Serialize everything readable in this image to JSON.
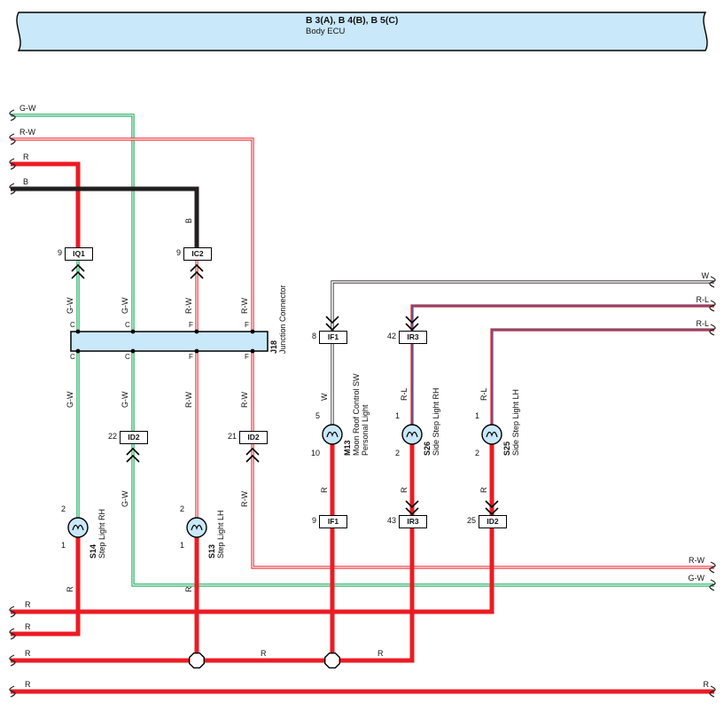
{
  "banner": {
    "title": "B 3(A), B 4(B), B 5(C)",
    "subtitle": "Body ECU"
  },
  "palette": {
    "red": "#EC1B23",
    "green": "#00A14B",
    "blue": "#1B75BB",
    "black": "#231F20",
    "fill_blue": "#C9E8F9"
  },
  "feed_labels": {
    "gw": "G-W",
    "rw": "R-W",
    "r": "R",
    "b": "B"
  },
  "right_labels": {
    "w": "W",
    "rl1": "R-L",
    "rl2": "R-L",
    "rw_exit": "R-W",
    "gw_exit": "G-W",
    "r_bottom": "R"
  },
  "ground_labels": {
    "r1": "R",
    "r2": "R",
    "r3": "R",
    "r4": "R",
    "bus_a": "R",
    "bus_b": "R"
  },
  "wire_tags": {
    "c1_top": "G-W",
    "c2_top": "G-W",
    "c3_top": "R-W",
    "c4_top": "R-W",
    "c1_mid": "G-W",
    "c2_mid": "G-W",
    "c3_mid": "R-W",
    "c4_mid": "R-W",
    "c3_b": "B",
    "c2_low": "G-W",
    "c4_low": "R-W",
    "c1_gnd": "R",
    "c3_gnd": "R",
    "c5_top": "W",
    "c6_top": "R-L",
    "c7_top": "R-L",
    "c5_gnd": "R",
    "c6_gnd": "R",
    "c7_gnd": "R"
  },
  "junction": {
    "name": "J18",
    "desc": "Junction Connector",
    "top": [
      "C",
      "C",
      "F",
      "F"
    ],
    "bottom": [
      "C",
      "C",
      "F",
      "F"
    ]
  },
  "connectors": {
    "iq1": {
      "pin": "9",
      "code": "IQ1"
    },
    "ic2": {
      "pin": "9",
      "code": "IC2"
    },
    "id2a": {
      "pin": "22",
      "code": "ID2"
    },
    "id2b": {
      "pin": "21",
      "code": "ID2"
    },
    "if1t": {
      "pin": "8",
      "code": "IF1"
    },
    "ir3t": {
      "pin": "42",
      "code": "IR3"
    },
    "if1b": {
      "pin": "9",
      "code": "IF1"
    },
    "ir3b": {
      "pin": "43",
      "code": "IR3"
    },
    "id2c": {
      "pin": "25",
      "code": "ID2"
    }
  },
  "components": {
    "s14": {
      "name": "S14",
      "desc": "Step Light RH",
      "pin_top": "2",
      "pin_bot": "1"
    },
    "s13": {
      "name": "S13",
      "desc": "Step Light LH",
      "pin_top": "2",
      "pin_bot": "1"
    },
    "m13": {
      "name": "M13",
      "desc": "Moon Roof Control SW",
      "desc2": "Personal Light",
      "pin_top": "5",
      "pin_bot": "10"
    },
    "s26": {
      "name": "S26",
      "desc": "Side Step Light RH",
      "pin_top": "1",
      "pin_bot": "2"
    },
    "s25": {
      "name": "S25",
      "desc": "Side Step Light LH",
      "pin_top": "1",
      "pin_bot": "2"
    }
  }
}
